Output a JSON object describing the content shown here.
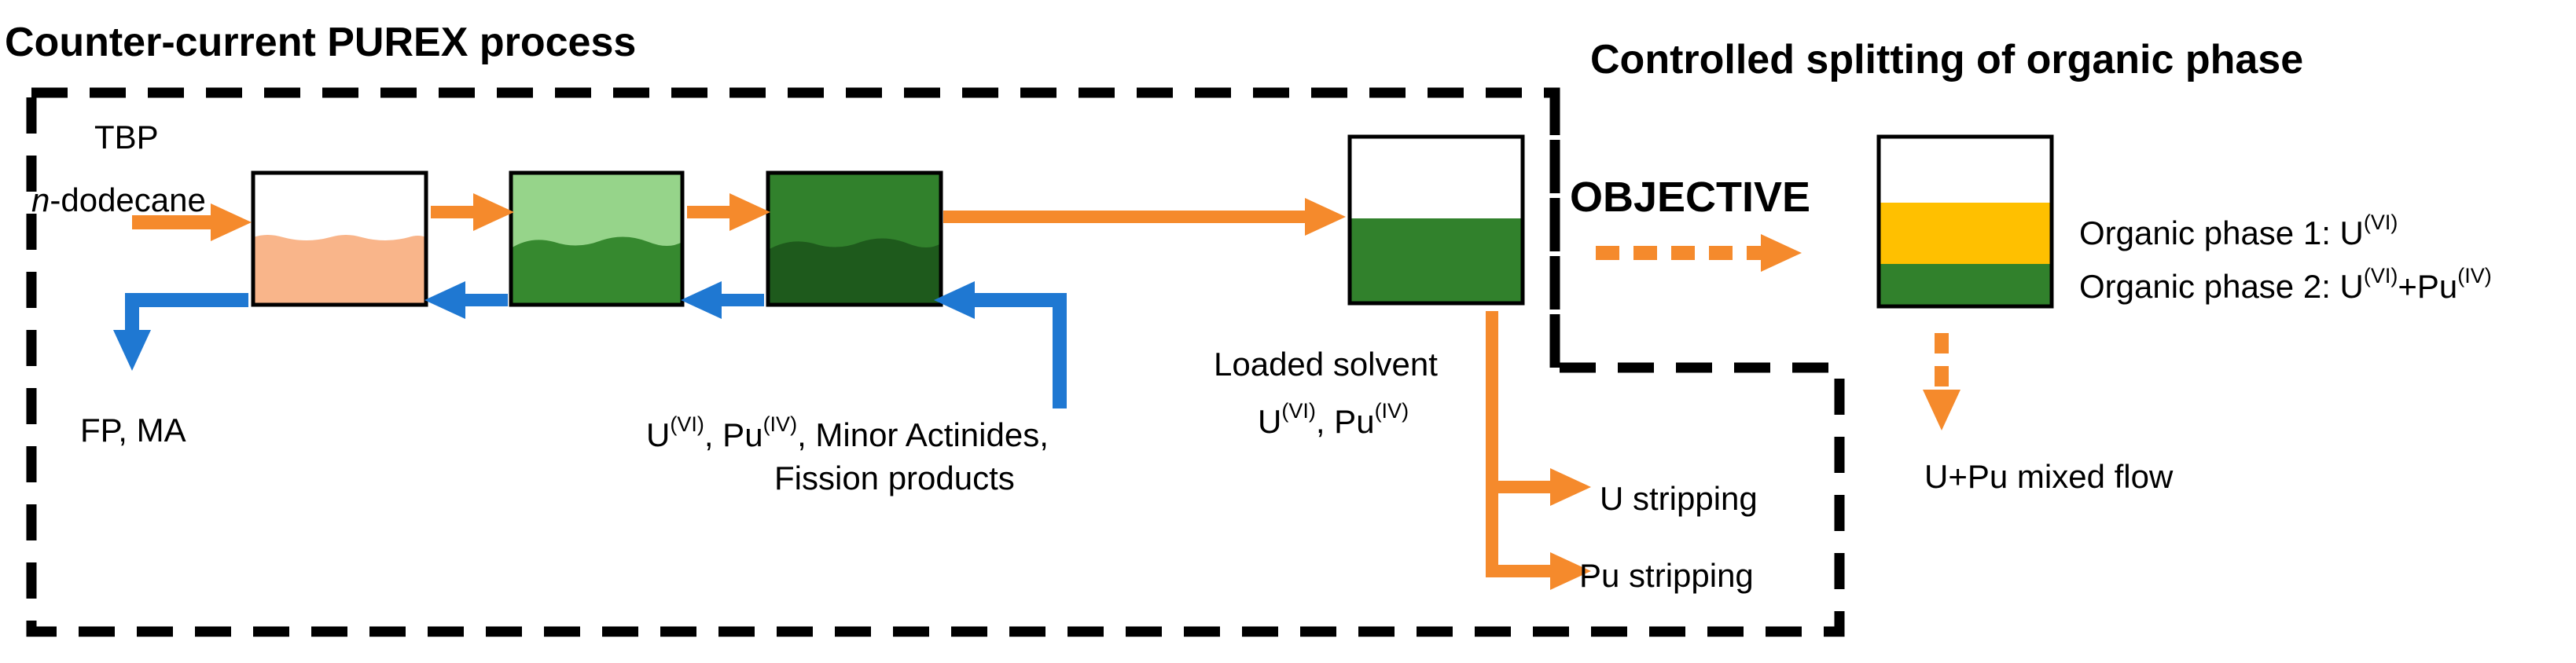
{
  "titles": {
    "purex": "Counter-current PUREX process",
    "splitting": "Controlled splitting of organic phase"
  },
  "inputs": {
    "solvent_line1": "TBP",
    "solvent_line2_italic": "n",
    "solvent_line2_rest": "-dodecane"
  },
  "outputs": {
    "raffinate": "FP, MA"
  },
  "feed": {
    "u": "U",
    "u_ox": "(VI)",
    "sep1": ", Pu",
    "pu_ox": "(IV)",
    "rest": ", Minor Actinides,",
    "line2": "Fission products"
  },
  "loaded_solvent": {
    "line1": "Loaded solvent",
    "u": "U",
    "u_ox": "(VI)",
    "sep": ", Pu",
    "pu_ox": "(IV)"
  },
  "stripping": {
    "u": "U stripping",
    "pu": "Pu stripping"
  },
  "objective": "OBJECTIVE",
  "organic_phases": {
    "p1_label": "Organic phase 1: U",
    "p1_ox": "(VI)",
    "p2_label": "Organic phase 2: U",
    "p2_ox": "(VI)",
    "p2_mid": "+Pu",
    "p2_pu_ox": "(IV)"
  },
  "mixed_flow": "U+Pu mixed flow",
  "colors": {
    "organic_flow": "#F58A2C",
    "aqueous_flow": "#1F78D2",
    "stage1_fill": "#F9B58A",
    "stage2_light": "#96D48A",
    "stage2_dark": "#36892F",
    "stage3_light": "#31812C",
    "stage3_dark": "#1E5A1C",
    "loaded_green": "#31812C",
    "phase1_yellow": "#FFC000",
    "phase2_green": "#31812C",
    "frame": "#000000"
  }
}
